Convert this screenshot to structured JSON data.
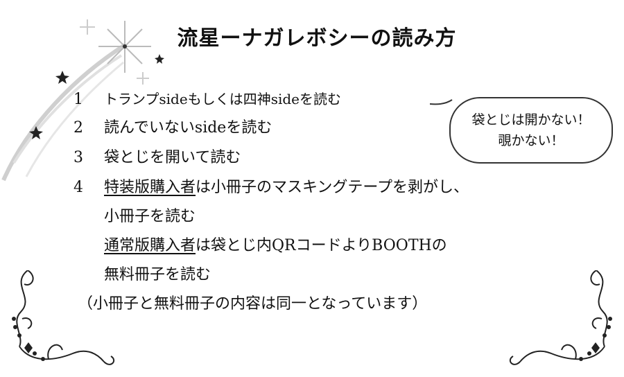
{
  "title": "流星ーナガレボシーの読み方",
  "steps": [
    {
      "num": "1",
      "text": "トランプsideもしくは四神sideを読む"
    },
    {
      "num": "2",
      "text": "読んでいないsideを読む"
    },
    {
      "num": "3",
      "text": "袋とじを開いて読む"
    },
    {
      "num": "4",
      "label": "特装版購入者",
      "text": "は小冊子のマスキングテープを剥がし、",
      "cont": "小冊子を読む"
    }
  ],
  "regular": {
    "label": "通常版購入者",
    "text": "は袋とじ内QRコードよりBOOTHの",
    "cont": "無料冊子を読む"
  },
  "note": "（小冊子と無料冊子の内容は同一となっています）",
  "bubble": {
    "line1": "袋とじは開かない！",
    "line2": "覗かない！"
  }
}
